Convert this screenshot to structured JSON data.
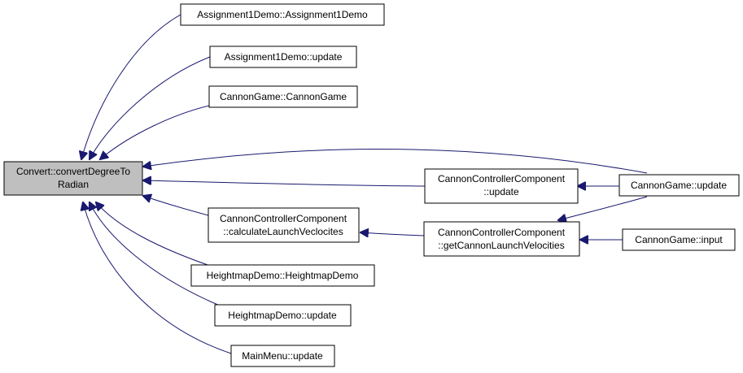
{
  "colors": {
    "edge": "#191970",
    "root_fill": "#bfbfbf",
    "node_fill": "#ffffff",
    "node_border": "#000000"
  },
  "nodes": {
    "root": {
      "line1": "Convert::convertDegreeTo",
      "line2": "Radian"
    },
    "assignment1_ctor": {
      "label": "Assignment1Demo::Assignment1Demo"
    },
    "assignment1_update": {
      "label": "Assignment1Demo::update"
    },
    "cannongame_ctor": {
      "label": "CannonGame::CannonGame"
    },
    "ccc_calc": {
      "line1": "CannonControllerComponent",
      "line2": "::calculateLaunchVeclocites"
    },
    "heightmap_ctor": {
      "label": "HeightmapDemo::HeightmapDemo"
    },
    "heightmap_update": {
      "label": "HeightmapDemo::update"
    },
    "mainmenu_update": {
      "label": "MainMenu::update"
    },
    "ccc_update": {
      "line1": "CannonControllerComponent",
      "line2": "::update"
    },
    "ccc_getvel": {
      "line1": "CannonControllerComponent",
      "line2": "::getCannonLaunchVelocities"
    },
    "cannongame_update": {
      "label": "CannonGame::update"
    },
    "cannongame_input": {
      "label": "CannonGame::input"
    }
  }
}
